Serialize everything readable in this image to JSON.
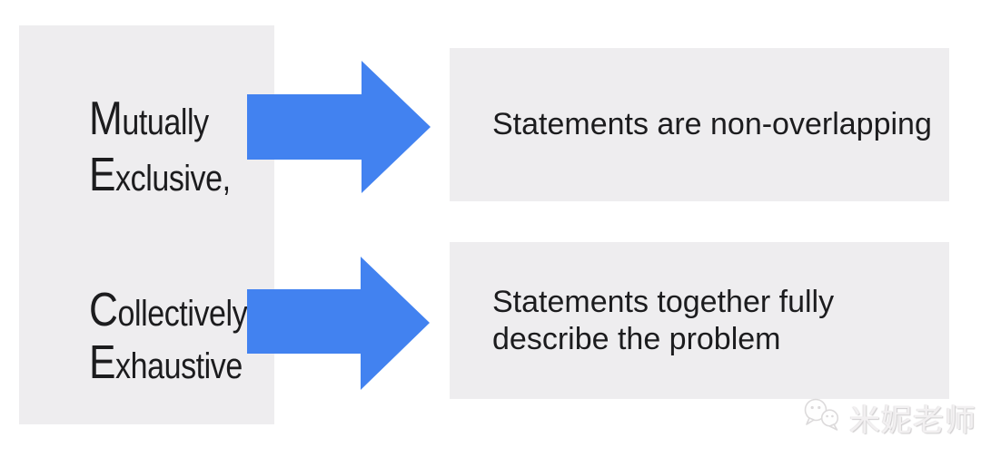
{
  "colors": {
    "panel_bg": "#eeedef",
    "arrow_blue": "#4282f0",
    "text_dark": "#1c1c1e",
    "watermark_gray": "#dcdadb"
  },
  "left_panel": {
    "lines": [
      {
        "initial": "M",
        "rest": "utually"
      },
      {
        "initial": "E",
        "rest": "xclusive,"
      },
      {
        "initial": "C",
        "rest": "ollectively"
      },
      {
        "initial": "E",
        "rest": "xhaustive"
      }
    ]
  },
  "definitions": [
    {
      "lines": [
        "Statements are non-overlapping"
      ]
    },
    {
      "lines": [
        "Statements together fully",
        "describe the problem"
      ]
    }
  ],
  "watermark": {
    "icon": "wechat-icon",
    "text": "米妮老师"
  }
}
